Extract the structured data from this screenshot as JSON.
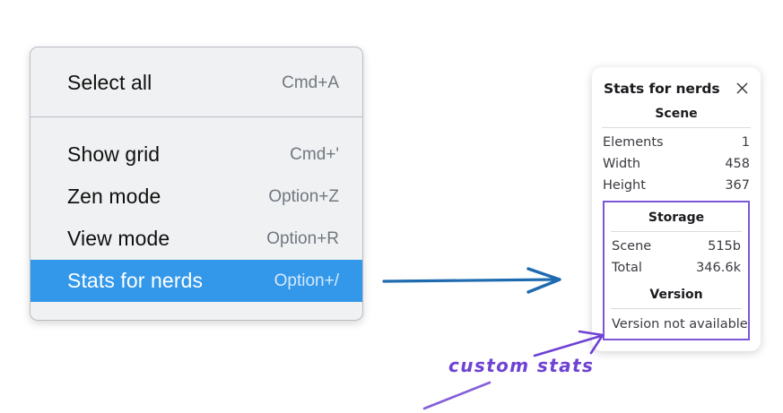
{
  "colors": {
    "menu_background": "#f0f1f2",
    "menu_border": "#b9bec6",
    "menu_selected": "#3498ea",
    "annotation_blue": "#1f6bb0",
    "annotation_purple": "#6e42d3",
    "highlight_purple": "#7d56d8"
  },
  "context_menu": {
    "sections": [
      {
        "items": [
          {
            "label": "Select all",
            "shortcut": "Cmd+A",
            "selected": false
          }
        ]
      },
      {
        "items": [
          {
            "label": "Show grid",
            "shortcut": "Cmd+'",
            "selected": false
          },
          {
            "label": "Zen mode",
            "shortcut": "Option+Z",
            "selected": false
          },
          {
            "label": "View mode",
            "shortcut": "Option+R",
            "selected": false
          },
          {
            "label": "Stats for nerds",
            "shortcut": "Option+/",
            "selected": true
          }
        ]
      }
    ]
  },
  "stats_panel": {
    "title": "Stats for nerds",
    "close_icon": "close-icon",
    "scene": {
      "heading": "Scene",
      "rows": [
        {
          "key": "Elements",
          "value": "1"
        },
        {
          "key": "Width",
          "value": "458"
        },
        {
          "key": "Height",
          "value": "367"
        }
      ]
    },
    "storage": {
      "heading": "Storage",
      "rows": [
        {
          "key": "Scene",
          "value": "515b"
        },
        {
          "key": "Total",
          "value": "346.6k"
        }
      ]
    },
    "version": {
      "heading": "Version",
      "note": "Version not available"
    }
  },
  "annotations": {
    "handwritten_label": "custom stats",
    "blue_arrow": "arrow-right-icon",
    "purple_arrow": "arrow-up-right-icon"
  }
}
